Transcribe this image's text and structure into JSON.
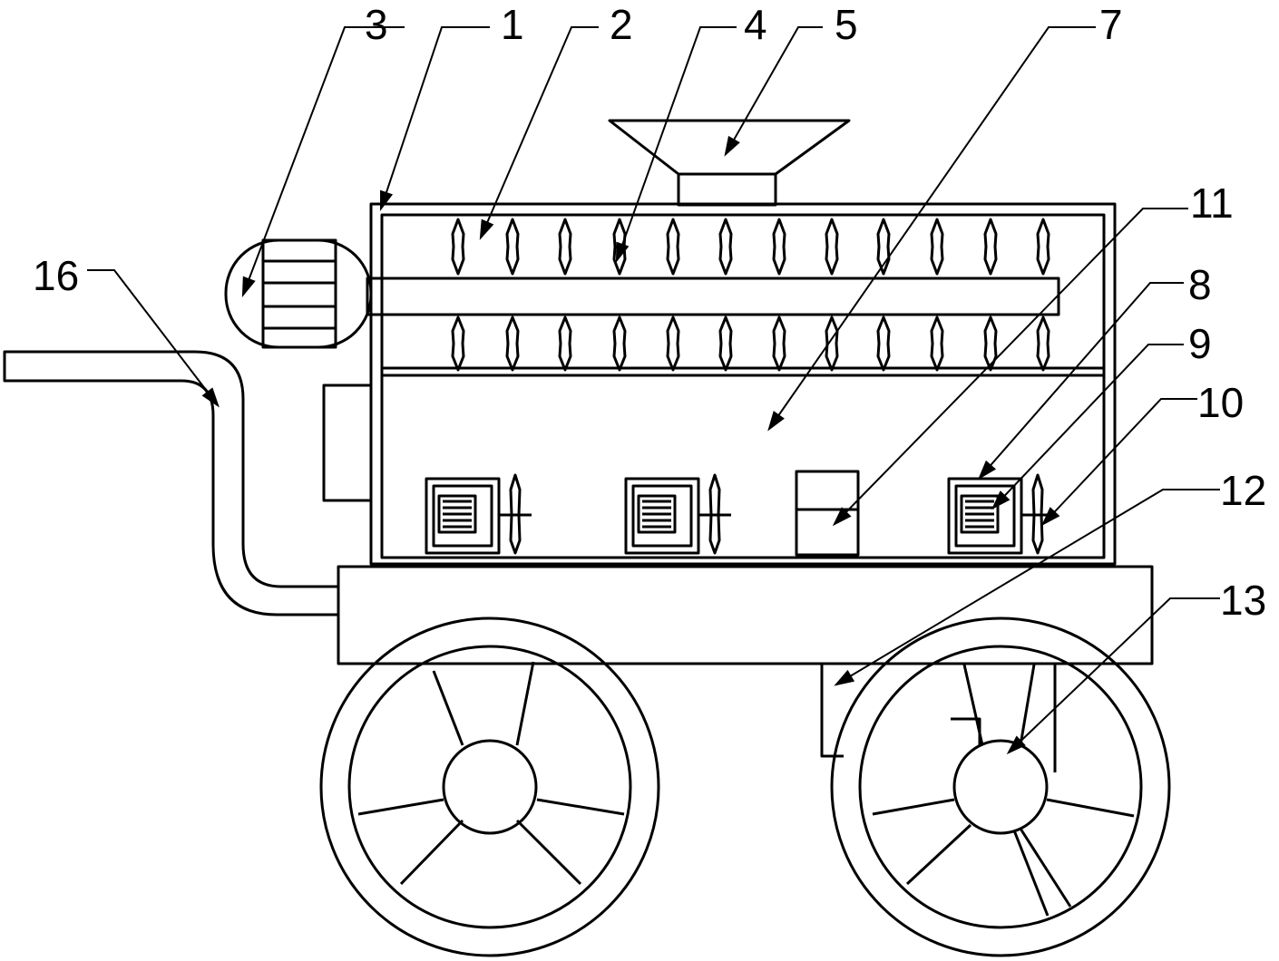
{
  "diagram": {
    "callouts": [
      {
        "id": "1",
        "label": "1"
      },
      {
        "id": "2",
        "label": "2"
      },
      {
        "id": "3",
        "label": "3"
      },
      {
        "id": "4",
        "label": "4"
      },
      {
        "id": "5",
        "label": "5"
      },
      {
        "id": "7",
        "label": "7"
      },
      {
        "id": "8",
        "label": "8"
      },
      {
        "id": "9",
        "label": "9"
      },
      {
        "id": "10",
        "label": "10"
      },
      {
        "id": "11",
        "label": "11"
      },
      {
        "id": "12",
        "label": "12"
      },
      {
        "id": "13",
        "label": "13"
      },
      {
        "id": "16",
        "label": "16"
      }
    ]
  }
}
